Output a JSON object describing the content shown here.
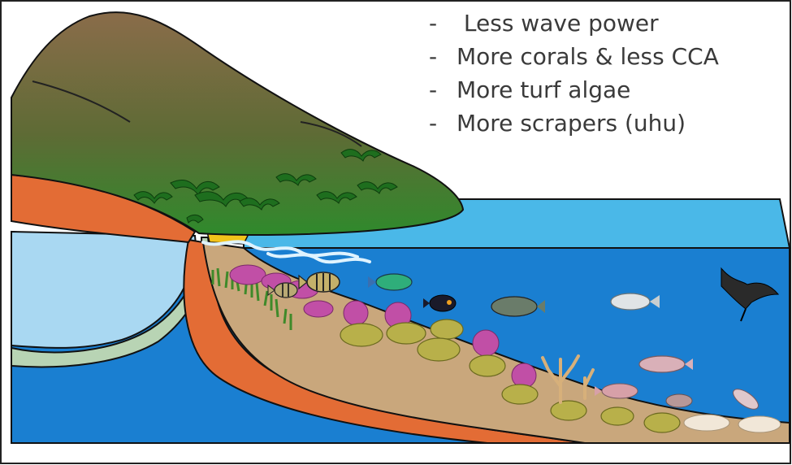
{
  "bullets": [
    {
      "dash": "-",
      "text": " Less wave power"
    },
    {
      "dash": "-",
      "text": "More corals & less CCA"
    },
    {
      "dash": "-",
      "text": "More turf algae"
    },
    {
      "dash": "-",
      "text": "More scrapers (uhu)"
    }
  ],
  "colors": {
    "hill_top": "#7a6245",
    "hill_bottom": "#2f8a2c",
    "land_orange": "#e36c35",
    "sea_surface": "#4ab8e8",
    "sea_front": "#1a7fd1",
    "lagoon": "#a9d8f2",
    "reef_sand": "#c9a77c",
    "coral_purple": "#c14fa6",
    "coral_yellow": "#b8b04a"
  },
  "icons": [
    "hill",
    "reef-slope",
    "coral-colony",
    "fish",
    "manta-ray",
    "wave"
  ]
}
